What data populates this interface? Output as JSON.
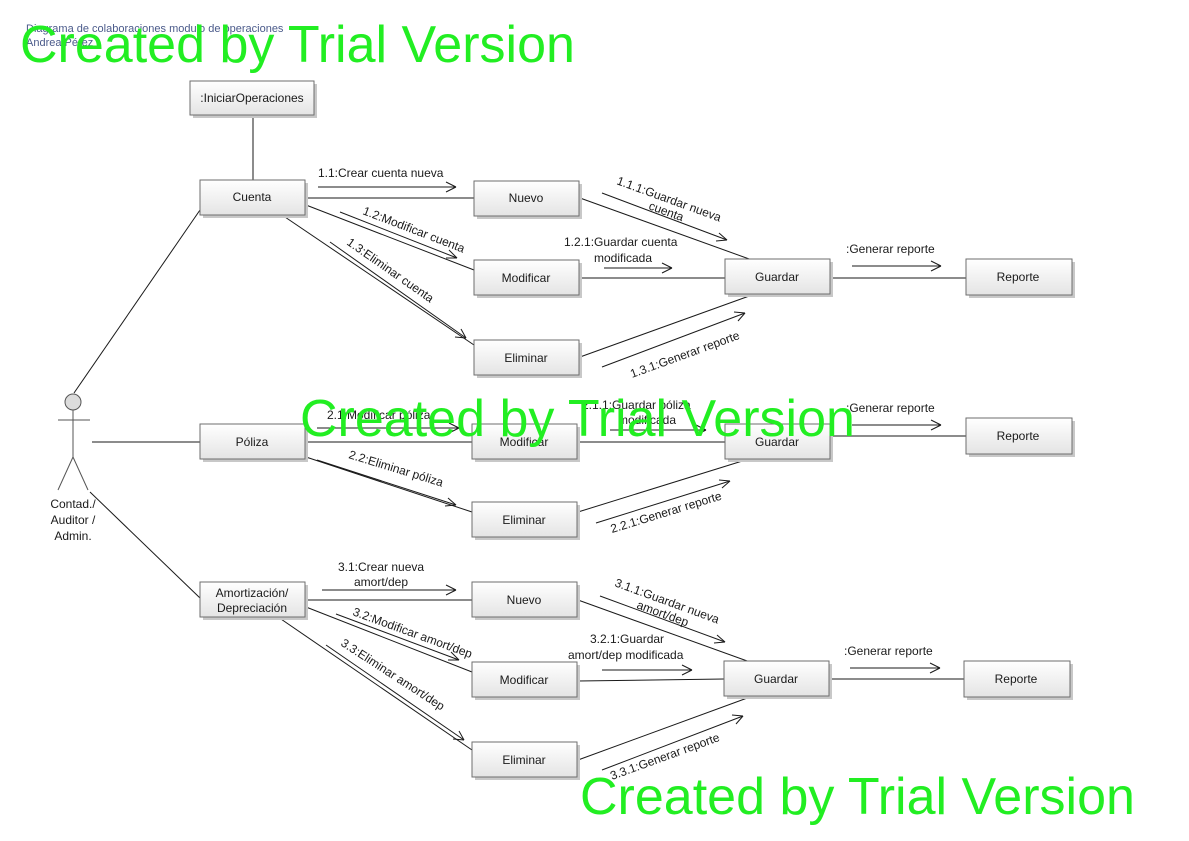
{
  "header": {
    "title": "Diagrama de colaboraciones modulo de operaciones",
    "author": "Andrea Pérez"
  },
  "actor": {
    "lines": [
      "Contad./",
      "Auditor /",
      "Admin."
    ]
  },
  "watermark": "Created by Trial Version",
  "nodes": {
    "iniciar": ":IniciarOperaciones",
    "cuenta": "Cuenta",
    "nuevo_cuenta": "Nuevo",
    "modificar_cuenta": "Modificar",
    "eliminar_cuenta": "Eliminar",
    "guardar_cuenta": "Guardar",
    "reporte_cuenta": "Reporte",
    "poliza": "Póliza",
    "modificar_poliza": "Modificar",
    "eliminar_poliza": "Eliminar",
    "guardar_poliza": "Guardar",
    "reporte_poliza": "Reporte",
    "amort": [
      "Amortización/",
      "Depreciación"
    ],
    "nuevo_amort": "Nuevo",
    "modificar_amort": "Modificar",
    "eliminar_amort": "Eliminar",
    "guardar_amort": "Guardar",
    "reporte_amort": "Reporte"
  },
  "messages": {
    "m1_1": "1.1:Crear cuenta nueva",
    "m1_2": "1.2:Modificar cuenta",
    "m1_3": "1.3:Eliminar cuenta",
    "m1_1_1": [
      "1.1.1:Guardar nueva",
      "cuenta"
    ],
    "m1_2_1": [
      "1.2.1:Guardar cuenta",
      "modificada"
    ],
    "m1_3_1": "1.3.1:Generar reporte",
    "m_rep_cuenta": ":Generar reporte",
    "m2_1": "2.1:Modificar póliza",
    "m2_2": "2.2:Eliminar póliza",
    "m2_1_1": [
      "2.1.1:Guardar póliza",
      "modificada"
    ],
    "m2_2_1": "2.2.1:Generar reporte",
    "m_rep_poliza": ":Generar reporte",
    "m3_1": [
      "3.1:Crear nueva",
      "amort/dep"
    ],
    "m3_2": "3.2:Modificar amort/dep",
    "m3_3": "3.3:Eliminar amort/dep",
    "m3_1_1": [
      "3.1.1:Guardar nueva",
      "amort/dep"
    ],
    "m3_2_1": [
      "3.2.1:Guardar",
      "amort/dep modificada"
    ],
    "m3_3_1": "3.3.1:Generar reporte",
    "m_rep_amort": ":Generar reporte"
  }
}
